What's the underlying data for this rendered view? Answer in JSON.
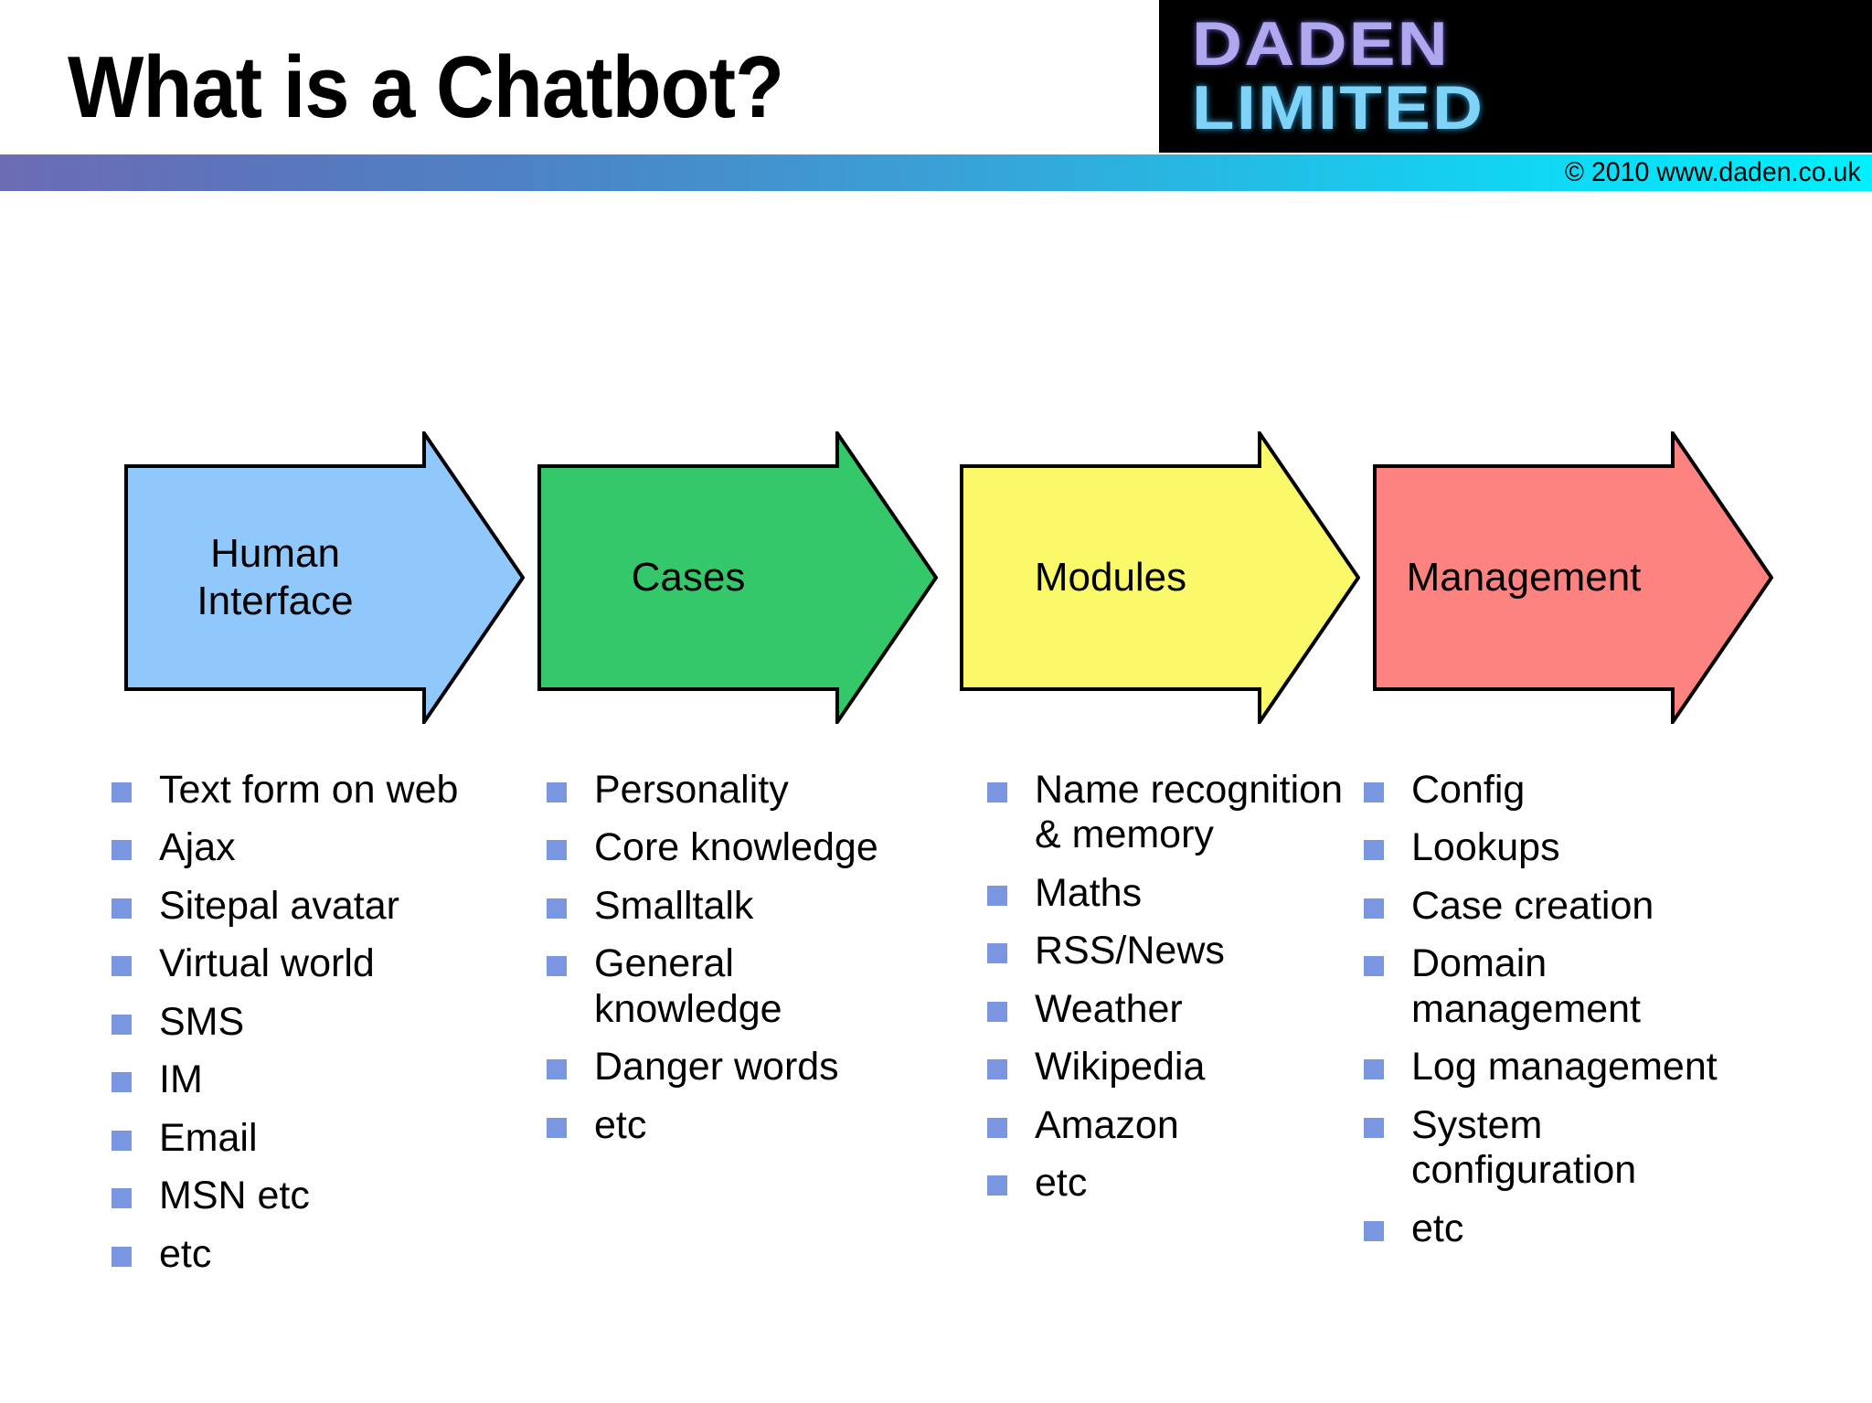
{
  "header": {
    "title": "What is a Chatbot?",
    "logo": {
      "line1": "DADEN",
      "line2": "LIMITED",
      "line1_color": "#b0a8ee",
      "line2_color": "#7fd3f6",
      "background": "#000000"
    },
    "copyright": "© 2010 www.daden.co.uk",
    "accent_bar": {
      "from": "#6c6cb4",
      "to": "#00f0ff"
    }
  },
  "arrows": [
    {
      "label": "Human\nInterface",
      "fill": "#91c8fb",
      "stroke": "#000000"
    },
    {
      "label": "Cases",
      "fill": "#35c86a",
      "stroke": "#000000"
    },
    {
      "label": "Modules",
      "fill": "#faf96a",
      "stroke": "#000000"
    },
    {
      "label": "Management",
      "fill": "#fc8380",
      "stroke": "#000000"
    }
  ],
  "bullet_color": "#7a96e0",
  "columns": [
    {
      "items": [
        "Text form on web",
        "Ajax",
        "Sitepal avatar",
        "Virtual world",
        "SMS",
        "IM",
        "Email",
        "MSN etc",
        "etc"
      ]
    },
    {
      "items": [
        "Personality",
        "Core knowledge",
        "Smalltalk",
        "General knowledge",
        "Danger words",
        "etc"
      ]
    },
    {
      "items": [
        "Name recognition & memory",
        "Maths",
        "RSS/News",
        "Weather",
        "Wikipedia",
        "Amazon",
        "etc"
      ]
    },
    {
      "items": [
        "Config",
        "Lookups",
        "Case creation",
        "Domain management",
        "Log management",
        "System configuration",
        "etc"
      ]
    }
  ]
}
